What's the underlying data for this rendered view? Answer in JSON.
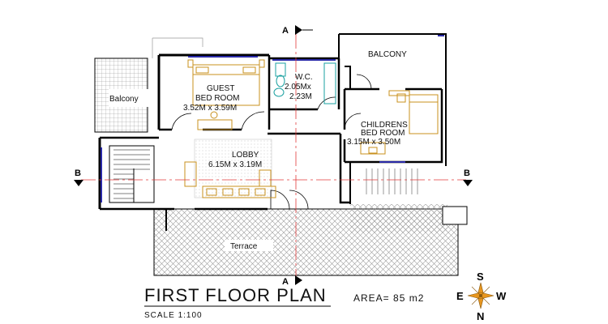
{
  "rooms": {
    "guest_bedroom": {
      "name_line1": "GUEST",
      "name_line2": "BED ROOM",
      "size": "3.52M x 3.59M"
    },
    "wc": {
      "name": "W.C.",
      "size_line1": "2.05Mx",
      "size_line2": "2.23M"
    },
    "childrens_bedroom": {
      "name_line1": "CHILDRENS",
      "name_line2": "BED ROOM",
      "size": "3.15M x 3.50M"
    },
    "lobby": {
      "name": "LOBBY",
      "size": "6.15M x 3.19M"
    },
    "balcony_left": {
      "name": "Balcony"
    },
    "balcony_right": {
      "name": "BALCONY"
    },
    "terrace": {
      "name": "Terrace"
    }
  },
  "section_markers": {
    "a_top": "A",
    "a_bottom": "A",
    "b_left": "B",
    "b_right": "B"
  },
  "title_block": {
    "title": "FIRST FLOOR PLAN",
    "scale": "SCALE 1:100",
    "area": "AREA= 85 m2"
  },
  "compass": {
    "north": "N",
    "south": "S",
    "east": "E",
    "west": "W"
  },
  "colors": {
    "wall": "#000000",
    "section_line": "#e23b3b",
    "fixture": "#c8901e",
    "window": "#2a2aa8",
    "hatch": "#9a9a9a",
    "compass_accent": "#e8961e"
  }
}
